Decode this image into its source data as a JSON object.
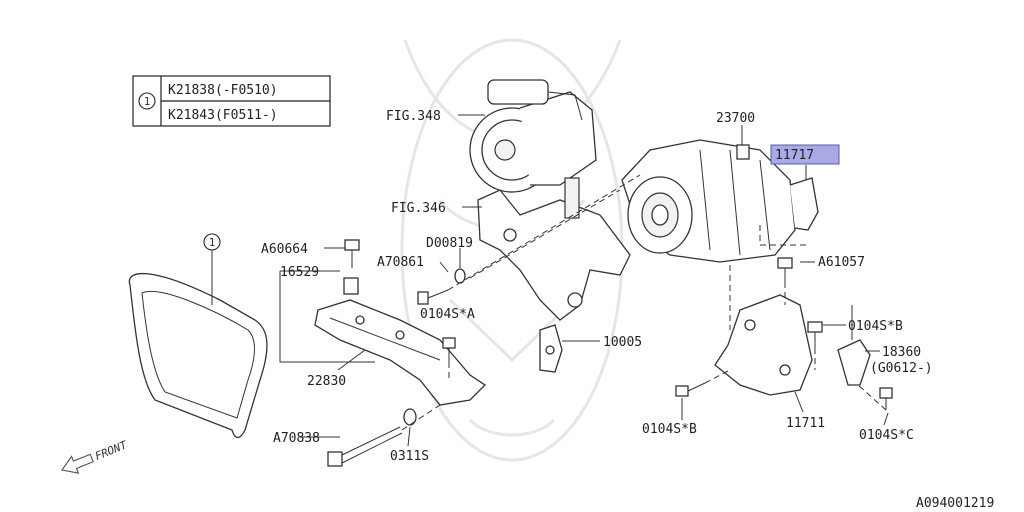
{
  "legend": {
    "marker": "1",
    "rows": [
      "K21838(-F0510)",
      "K21843(F0511-)"
    ]
  },
  "callouts": {
    "fig348": "FIG.348",
    "fig346": "FIG.346",
    "p23700": "23700",
    "p11717": "11717",
    "a60664": "A60664",
    "d00819": "D00819",
    "p16529": "16529",
    "a70861": "A70861",
    "a61057": "A61057",
    "belt_marker": "1",
    "s0104a": "0104S*A",
    "p10005": "10005",
    "s0104b_right": "0104S*B",
    "p18360": "18360",
    "g0612": "(G0612-)",
    "p22830": "22830",
    "s0104b_bottom": "0104S*B",
    "p11711": "11711",
    "s0104c": "0104S*C",
    "a70838": "A70838",
    "p0311s": "0311S",
    "front": "FRONT"
  },
  "footer": {
    "diagram_id": "A094001219"
  },
  "colors": {
    "highlight": "#a9a9e6",
    "line": "#333333",
    "watermark": "#e6e6e6"
  }
}
